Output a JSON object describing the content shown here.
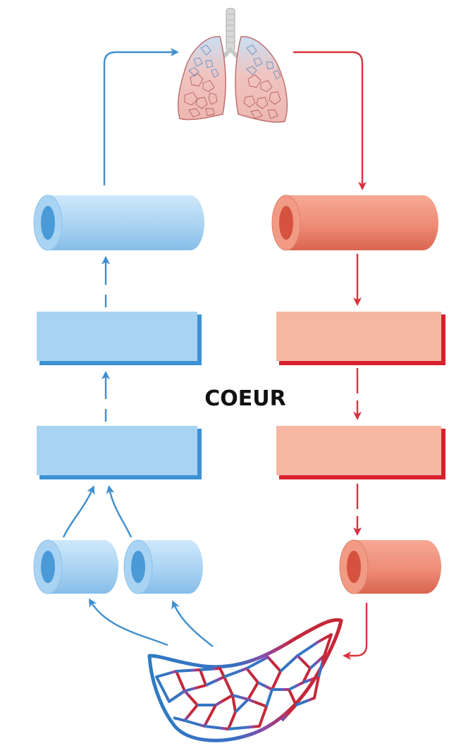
{
  "center_label": "COEUR",
  "colors": {
    "deoxygenated": "#3f8fcf",
    "deoxygenated_fill": "#a9d3f2",
    "deoxygenated_shadow": "#3c92d4",
    "oxygenated": "#d93340",
    "oxygenated_fill": "#f5b7a2",
    "oxygenated_shadow": "#d8202e",
    "vessel_blue_body": "#aad5f4",
    "vessel_red_body": "#ee8c77",
    "lung_tissue": "#f1c2be"
  },
  "components": {
    "lungs": "lungs-illustration",
    "capillary_bed": "capillary-bed-illustration",
    "vessels_blue": [
      "vessel-pulmonary-artery",
      "vessel-vena-cava-left",
      "vessel-vena-cava-right"
    ],
    "vessels_red": [
      "vessel-pulmonary-vein",
      "vessel-aorta"
    ],
    "blank_boxes_blue": [
      "right-atrium-box",
      "right-ventricle-box"
    ],
    "blank_boxes_red": [
      "left-atrium-box",
      "left-ventricle-box"
    ]
  }
}
